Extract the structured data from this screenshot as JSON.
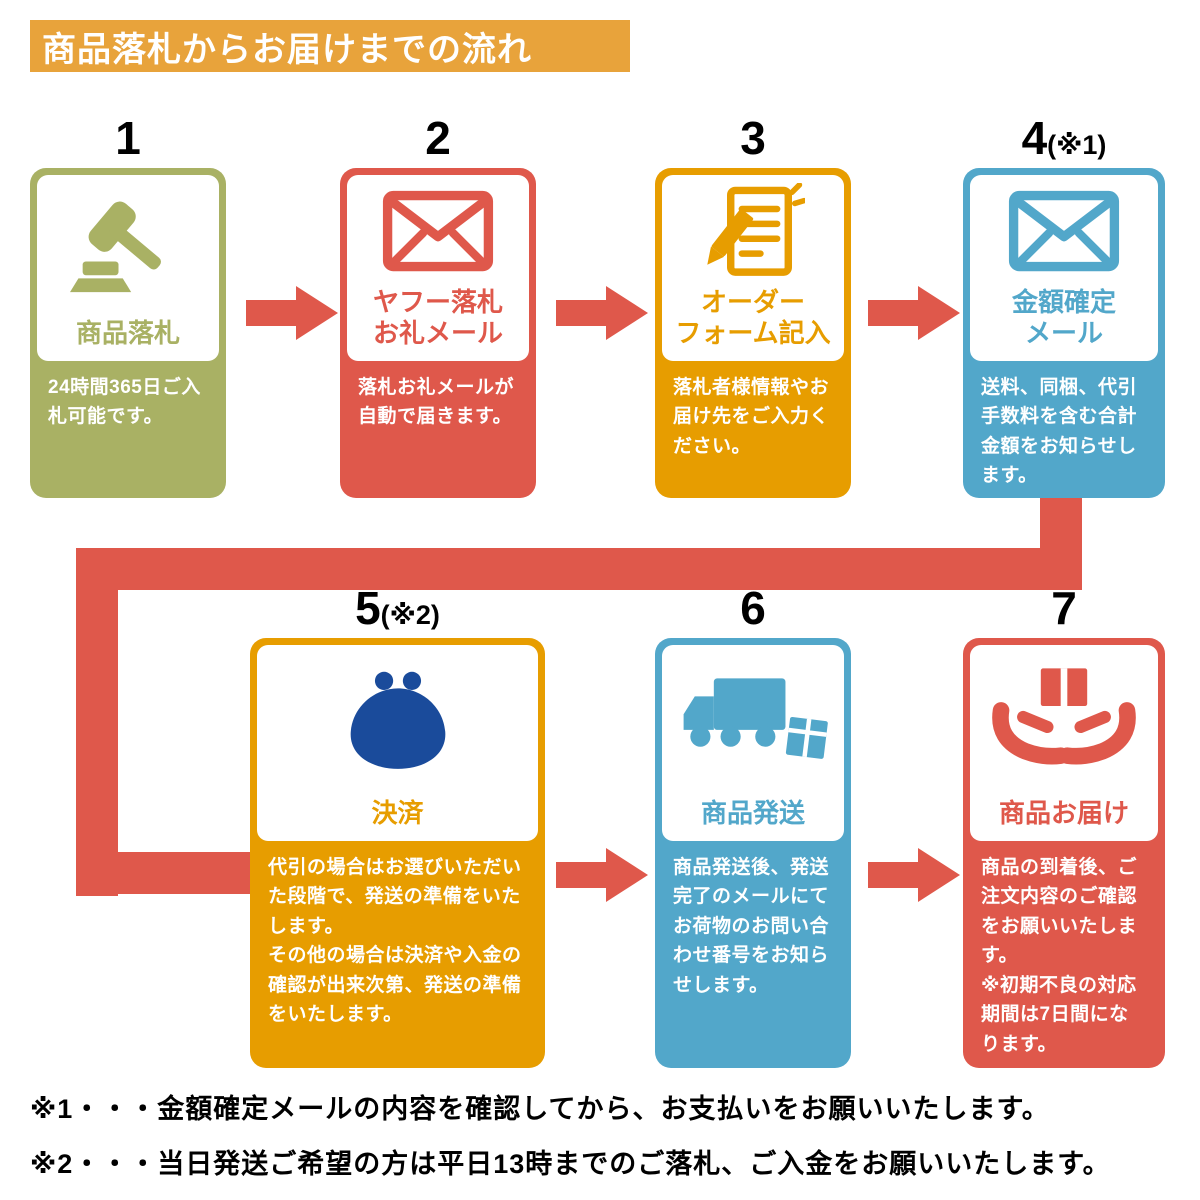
{
  "title": "商品落札からお届けまでの流れ",
  "colors": {
    "title_bg": "#E8A33B",
    "arrow": "#DF584B",
    "step_olive": "#A9B164",
    "step_red": "#DF584B",
    "step_orange": "#E79D00",
    "step_blue": "#52A7CA",
    "purse_navy": "#1A4B9B",
    "step_text": "#FFFFFF",
    "number_text": "#000000"
  },
  "steps": [
    {
      "number": "1",
      "number_suffix": "",
      "label": "商品落札",
      "desc": "24時間365日ご入札可能です。",
      "icon": "gavel-icon",
      "color": "olive"
    },
    {
      "number": "2",
      "number_suffix": "",
      "label": "ヤフー落札\nお礼メール",
      "desc": "落札お礼メールが自動で届きます。",
      "icon": "mail-icon",
      "color": "red"
    },
    {
      "number": "3",
      "number_suffix": "",
      "label": "オーダー\nフォーム記入",
      "desc": "落札者様情報やお届け先をご入力ください。",
      "icon": "order-form-icon",
      "color": "orange"
    },
    {
      "number": "4",
      "number_suffix": "(※1)",
      "label": "金額確定\nメール",
      "desc": "送料、同梱、代引手数料を含む合計金額をお知らせします。",
      "icon": "mail-icon",
      "color": "blue"
    },
    {
      "number": "5",
      "number_suffix": "(※2)",
      "label": "決済",
      "desc": "代引の場合はお選びいただいた段階で、発送の準備をいたします。\nその他の場合は決済や入金の確認が出来次第、発送の準備をいたします。",
      "icon": "purse-icon",
      "color": "orange"
    },
    {
      "number": "6",
      "number_suffix": "",
      "label": "商品発送",
      "desc": "商品発送後、発送完了のメールにてお荷物のお問い合わせ番号をお知らせします。",
      "icon": "truck-icon",
      "color": "blue"
    },
    {
      "number": "7",
      "number_suffix": "",
      "label": "商品お届け",
      "desc": "商品の到着後、ご注文内容のご確認をお願いいたします。\n※初期不良の対応期間は7日間になります。",
      "icon": "hands-package-icon",
      "color": "red"
    }
  ],
  "notes": [
    "※1・・・金額確定メールの内容を確認してから、お支払いをお願いいたします。",
    "※2・・・当日発送ご希望の方は平日13時までのご落札、ご入金をお願いいたします。"
  ]
}
